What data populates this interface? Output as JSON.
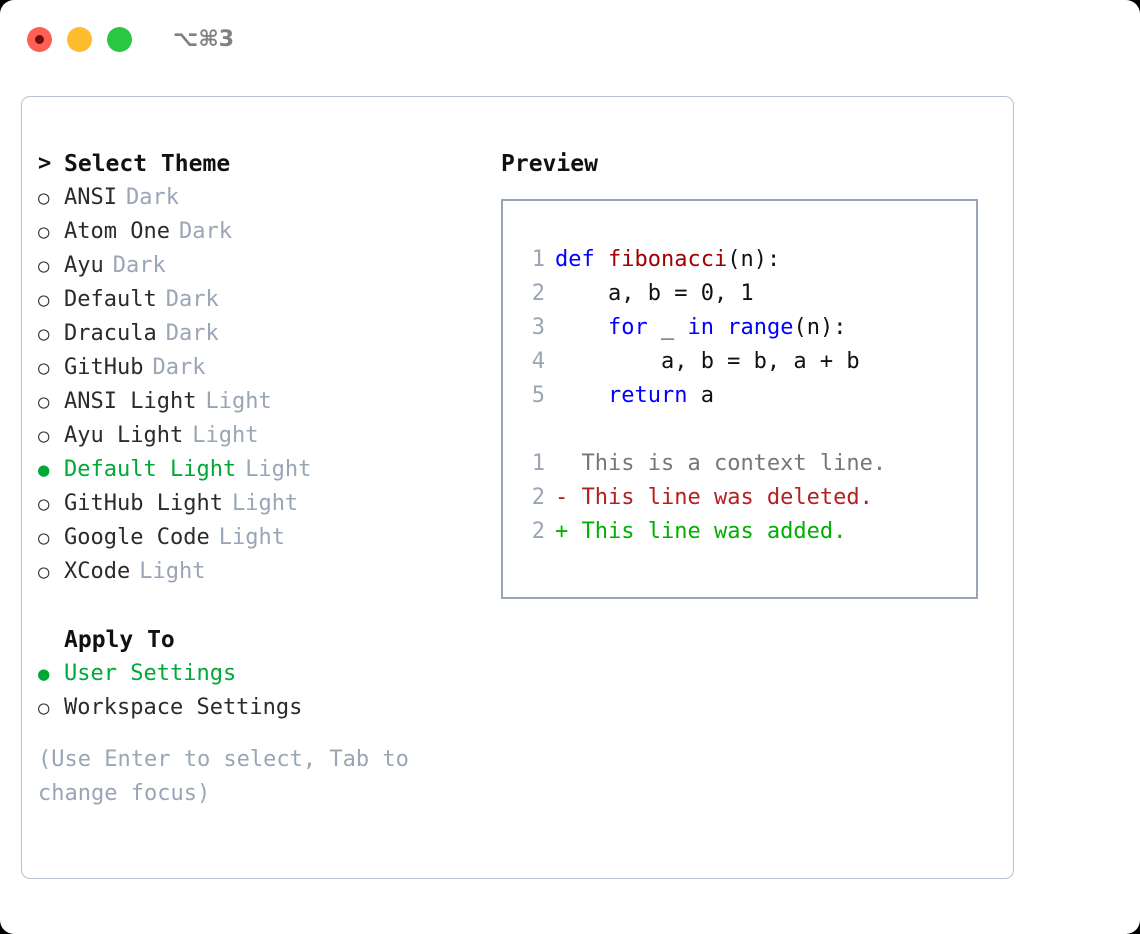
{
  "titlebar": {
    "title": "⌥⌘3",
    "buttons": [
      {
        "name": "close",
        "color": "#ff5f57"
      },
      {
        "name": "minimize",
        "color": "#febc2e"
      },
      {
        "name": "maximize",
        "color": "#28c840"
      }
    ]
  },
  "theme_list": {
    "header": "Select Theme",
    "header_marker": ">",
    "items": [
      {
        "marker": "○",
        "name": "ANSI",
        "tag": "Dark",
        "selected": false
      },
      {
        "marker": "○",
        "name": "Atom One",
        "tag": "Dark",
        "selected": false
      },
      {
        "marker": "○",
        "name": "Ayu",
        "tag": "Dark",
        "selected": false
      },
      {
        "marker": "○",
        "name": "Default",
        "tag": "Dark",
        "selected": false
      },
      {
        "marker": "○",
        "name": "Dracula",
        "tag": "Dark",
        "selected": false
      },
      {
        "marker": "○",
        "name": "GitHub",
        "tag": "Dark",
        "selected": false
      },
      {
        "marker": "○",
        "name": "ANSI Light",
        "tag": "Light",
        "selected": false
      },
      {
        "marker": "○",
        "name": "Ayu Light",
        "tag": "Light",
        "selected": false
      },
      {
        "marker": "●",
        "name": "Default Light",
        "tag": "Light",
        "selected": true
      },
      {
        "marker": "○",
        "name": "GitHub Light",
        "tag": "Light",
        "selected": false
      },
      {
        "marker": "○",
        "name": "Google Code",
        "tag": "Light",
        "selected": false
      },
      {
        "marker": "○",
        "name": "XCode",
        "tag": "Light",
        "selected": false
      }
    ]
  },
  "apply_to": {
    "header": "Apply To",
    "items": [
      {
        "marker": "●",
        "name": "User Settings",
        "selected": true
      },
      {
        "marker": "○",
        "name": "Workspace Settings",
        "selected": false
      }
    ]
  },
  "hint": "(Use Enter to select, Tab to change focus)",
  "preview": {
    "title": "Preview",
    "code_lines": [
      {
        "num": "1",
        "tokens": [
          {
            "t": "def ",
            "k": "kw"
          },
          {
            "t": "fibonacci",
            "k": "fn"
          },
          {
            "t": "(n):",
            "k": "pl"
          }
        ]
      },
      {
        "num": "2",
        "tokens": [
          {
            "t": "    a, b = 0, 1",
            "k": "pl"
          }
        ]
      },
      {
        "num": "3",
        "tokens": [
          {
            "t": "    ",
            "k": "pl"
          },
          {
            "t": "for",
            "k": "kw"
          },
          {
            "t": " _ ",
            "k": "pl"
          },
          {
            "t": "in",
            "k": "kw"
          },
          {
            "t": " ",
            "k": "pl"
          },
          {
            "t": "range",
            "k": "kw"
          },
          {
            "t": "(n):",
            "k": "pl"
          }
        ]
      },
      {
        "num": "4",
        "tokens": [
          {
            "t": "        a, b = b, a + b",
            "k": "pl"
          }
        ]
      },
      {
        "num": "5",
        "tokens": [
          {
            "t": "    ",
            "k": "pl"
          },
          {
            "t": "return",
            "k": "kw"
          },
          {
            "t": " a",
            "k": "pl"
          }
        ]
      }
    ],
    "diff_lines": [
      {
        "num": "1",
        "sign": " ",
        "text": "This is a context line.",
        "kind": "ctx"
      },
      {
        "num": "2",
        "sign": "-",
        "text": "This line was deleted.",
        "kind": "del"
      },
      {
        "num": "2",
        "sign": "+",
        "text": "This line was added.",
        "kind": "add"
      }
    ]
  },
  "colors": {
    "accent_green": "#00a838",
    "muted_gray": "#9aa5b5",
    "keyword_blue": "#0000ff",
    "function_red": "#a00000",
    "diff_delete": "#b32020",
    "diff_add": "#00b000",
    "border": "#b9c2cf",
    "preview_border": "#99a5b7"
  }
}
